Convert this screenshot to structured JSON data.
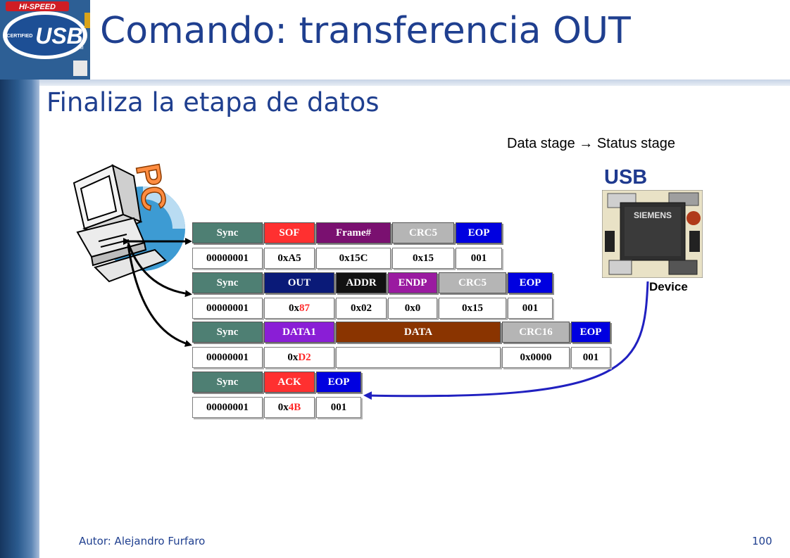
{
  "slide": {
    "title": "Comando: transferencia OUT",
    "subtitle": "Finaliza la etapa de datos",
    "stage_note": "Data stage → Status stage",
    "footer_author": "Autor: Alejandro Furfaro",
    "page_number": "100"
  },
  "logo": {
    "top_text": "HI-SPEED",
    "side_text": "CERTIFIED",
    "main_text": "USB",
    "tm": "TM"
  },
  "pc": {
    "label": "PC"
  },
  "device": {
    "title": "USB",
    "chip_text": "SIEMENS",
    "label": "Device"
  },
  "packets": {
    "sof": {
      "h1": "Sync",
      "h2": "SOF",
      "h3": "Frame#",
      "h4": "CRC5",
      "h5": "EOP",
      "v1": "00000001",
      "v2": "0xA5",
      "v3": "0x15C",
      "v4": "0x15",
      "v5": "001"
    },
    "out": {
      "h1": "Sync",
      "h2": "OUT",
      "h3": "ADDR",
      "h4": "ENDP",
      "h5": "CRC5",
      "h6": "EOP",
      "v1": "00000001",
      "v2_prefix": "0x",
      "v2_hex": "87",
      "v3": "0x02",
      "v4": "0x0",
      "v5": "0x15",
      "v6": "001"
    },
    "data1": {
      "h1": "Sync",
      "h2": "DATA1",
      "h3": "DATA",
      "h4": "CRC16",
      "h5": "EOP",
      "v1": "00000001",
      "v2_prefix": "0x",
      "v2_hex": "D2",
      "v3": "",
      "v4": "0x0000",
      "v5": "001"
    },
    "ack": {
      "h1": "Sync",
      "h2": "ACK",
      "h3": "EOP",
      "v1": "00000001",
      "v2_prefix": "0x",
      "v2_hex": "4B",
      "v3": "001"
    }
  },
  "colors": {
    "sync": "#4e7f73",
    "sof": "#ff3030",
    "frame": "#7a1070",
    "crc": "#b5b5b5",
    "eop": "#0000e0",
    "out": "#0a1a78",
    "addr": "#111111",
    "endp": "#9a1aa0",
    "data1": "#8a1ed6",
    "data": "#8a3400",
    "ack": "#ff3030",
    "title": "#1f3f8f",
    "arrow_pc": "#000000",
    "arrow_device": "#2020c0"
  }
}
